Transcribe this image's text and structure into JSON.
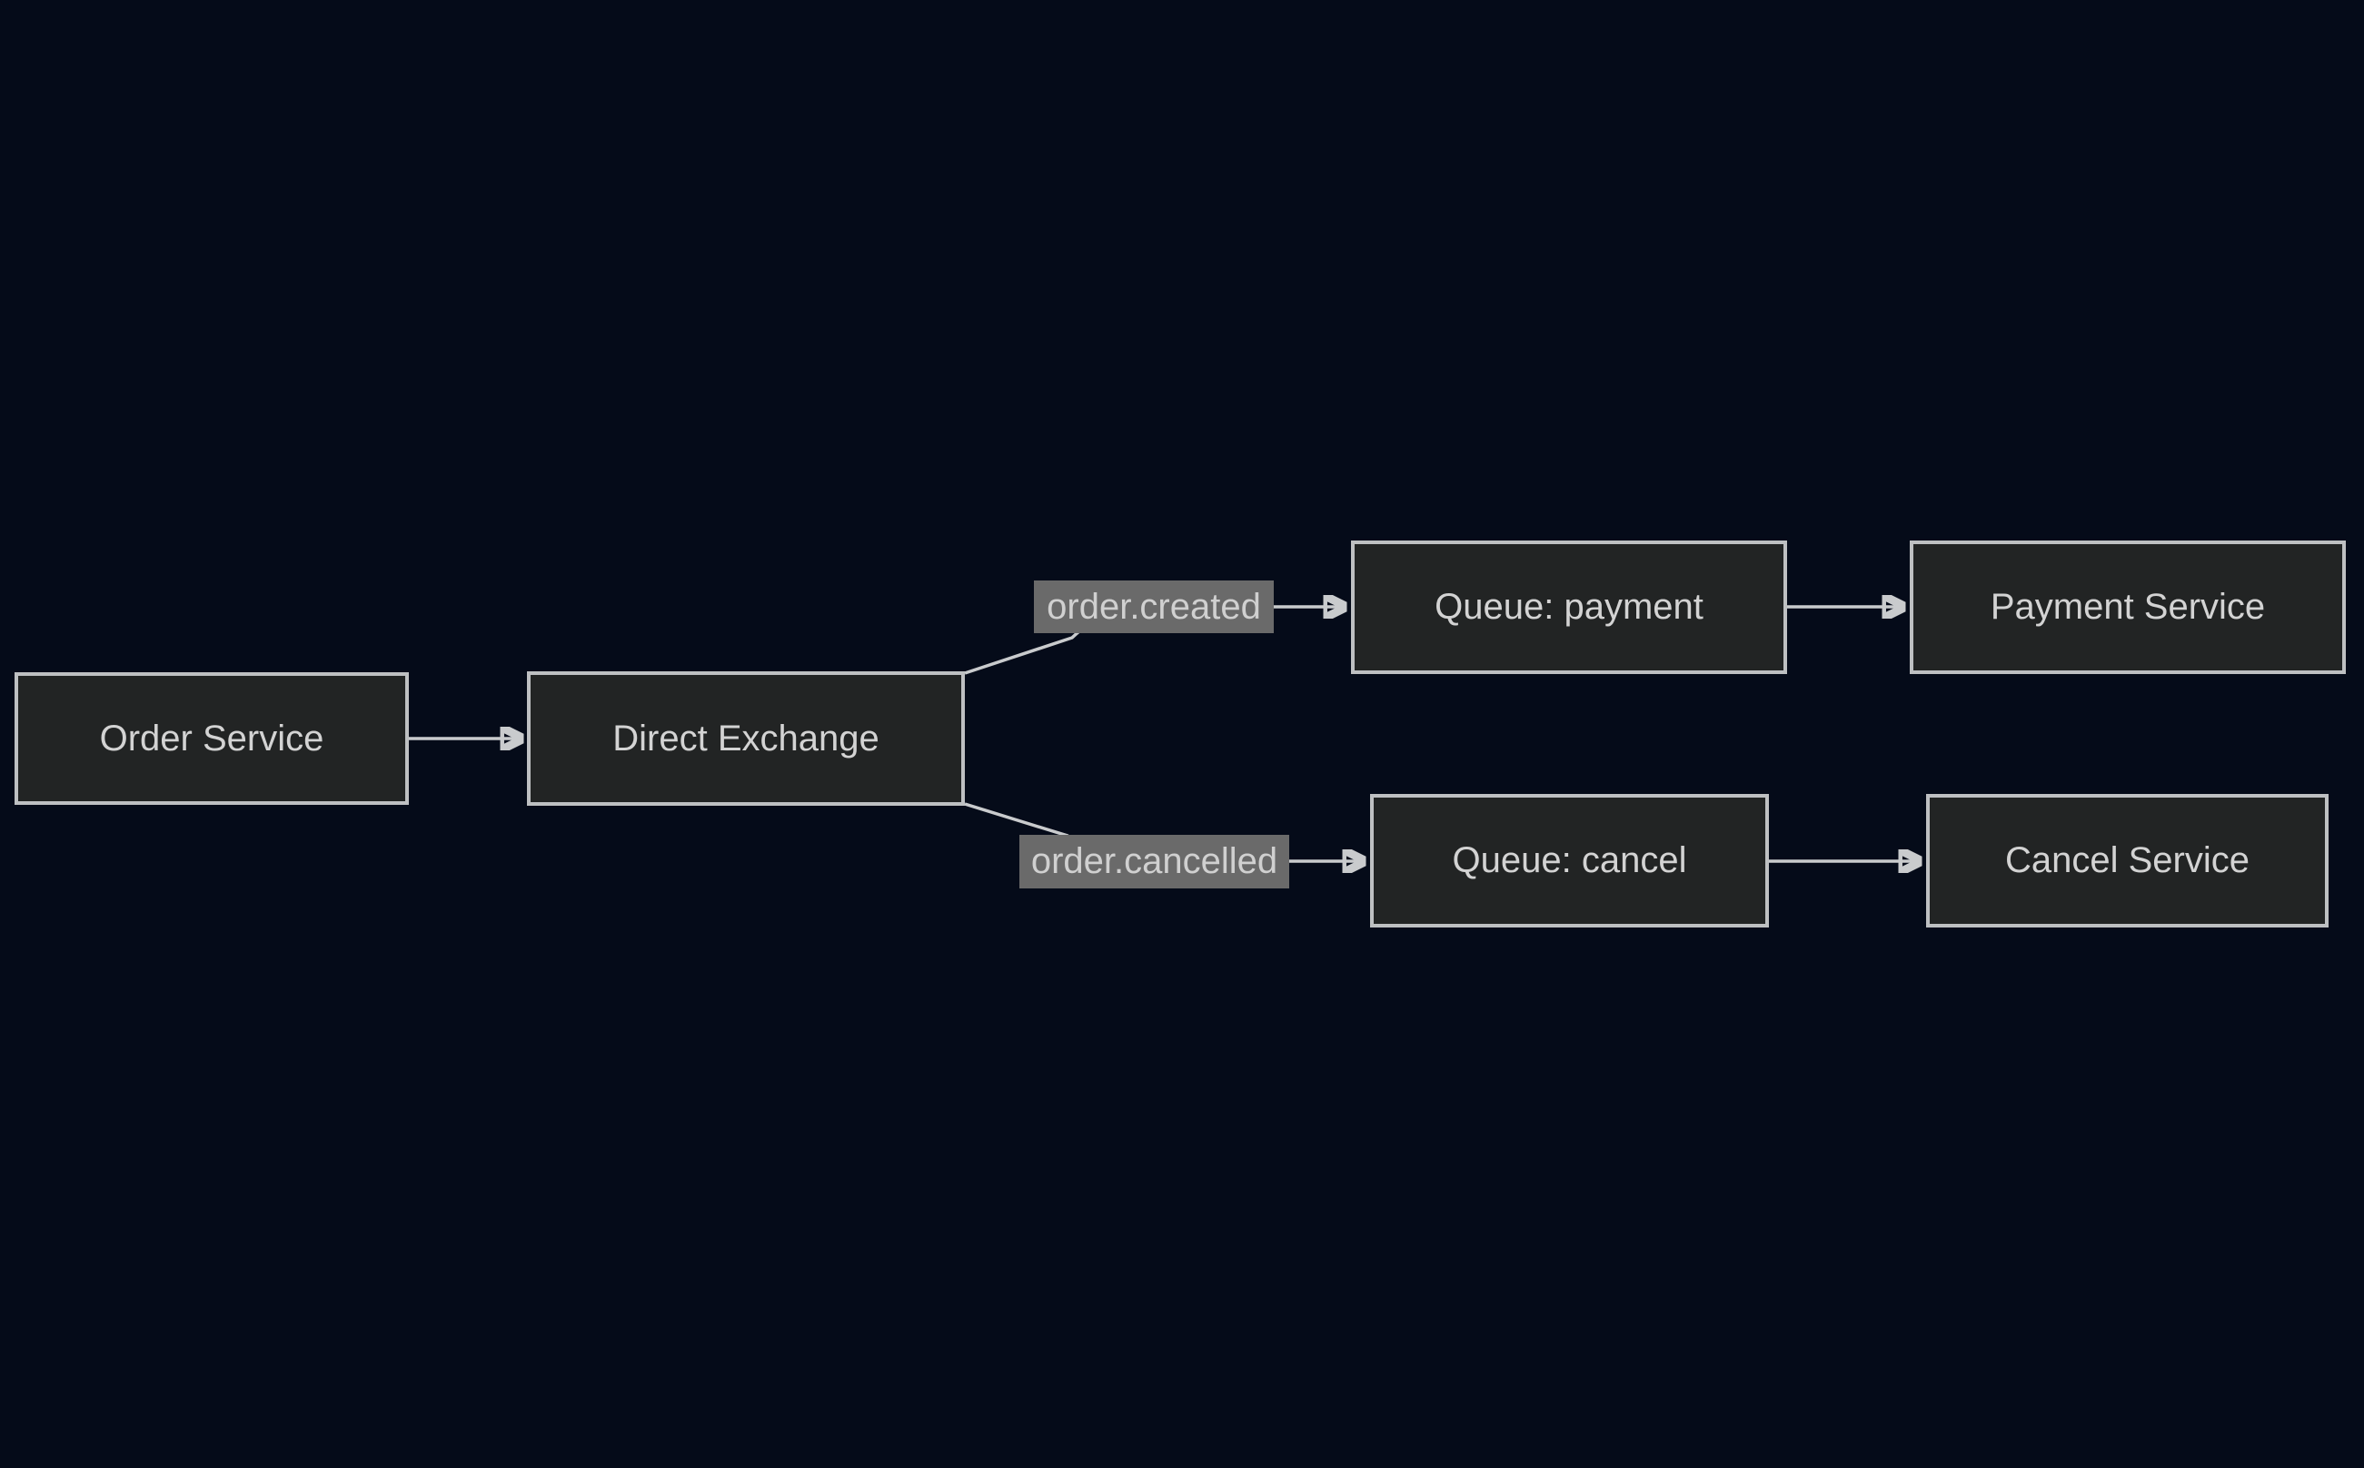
{
  "diagram": {
    "type": "flowchart",
    "direction": "left-to-right",
    "colors": {
      "background": "#050b19",
      "node_fill": "#222424",
      "node_border": "#bec0c2",
      "node_text": "#d3d3d3",
      "edge_line": "#c9cbcd",
      "edge_label_background": "#6a6a6a",
      "edge_label_text": "#d0d0d0"
    },
    "nodes": [
      {
        "id": "order-service",
        "label": "Order Service"
      },
      {
        "id": "direct-exchange",
        "label": "Direct Exchange"
      },
      {
        "id": "queue-payment",
        "label": "Queue: payment"
      },
      {
        "id": "payment-service",
        "label": "Payment Service"
      },
      {
        "id": "queue-cancel",
        "label": "Queue: cancel"
      },
      {
        "id": "cancel-service",
        "label": "Cancel Service"
      }
    ],
    "edges": [
      {
        "from": "order-service",
        "to": "direct-exchange",
        "label": ""
      },
      {
        "from": "direct-exchange",
        "to": "queue-payment",
        "label": "order.created"
      },
      {
        "from": "direct-exchange",
        "to": "queue-cancel",
        "label": "order.cancelled"
      },
      {
        "from": "queue-payment",
        "to": "payment-service",
        "label": ""
      },
      {
        "from": "queue-cancel",
        "to": "cancel-service",
        "label": ""
      }
    ]
  }
}
